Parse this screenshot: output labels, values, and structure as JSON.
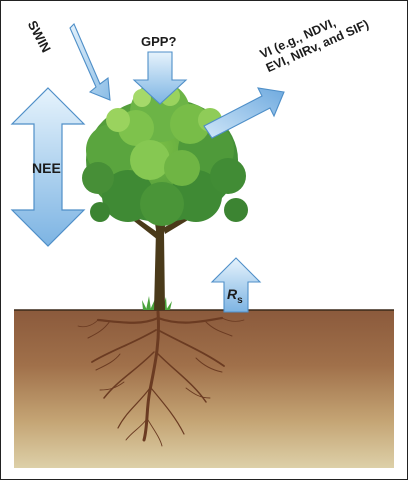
{
  "diagram": {
    "labels": {
      "swin": "SWIN",
      "gpp": "GPP?",
      "nee": "NEE",
      "vi_line1": "VI (e.g., NDVI,",
      "vi_line2": "EVI, NIRv, and SIF)",
      "rs_main": "R",
      "rs_sub": "s"
    },
    "colors": {
      "arrow_fill_top": "#dceefb",
      "arrow_fill_bottom": "#7fb6e4",
      "arrow_stroke": "#4f8fc8",
      "soil_top": "#8b5a3c",
      "soil_bottom": "#d9c79b",
      "leaf_dark": "#2f7d32",
      "leaf_light": "#8dc64b",
      "trunk": "#4a3a1a",
      "roots": "#6b3b22"
    }
  }
}
